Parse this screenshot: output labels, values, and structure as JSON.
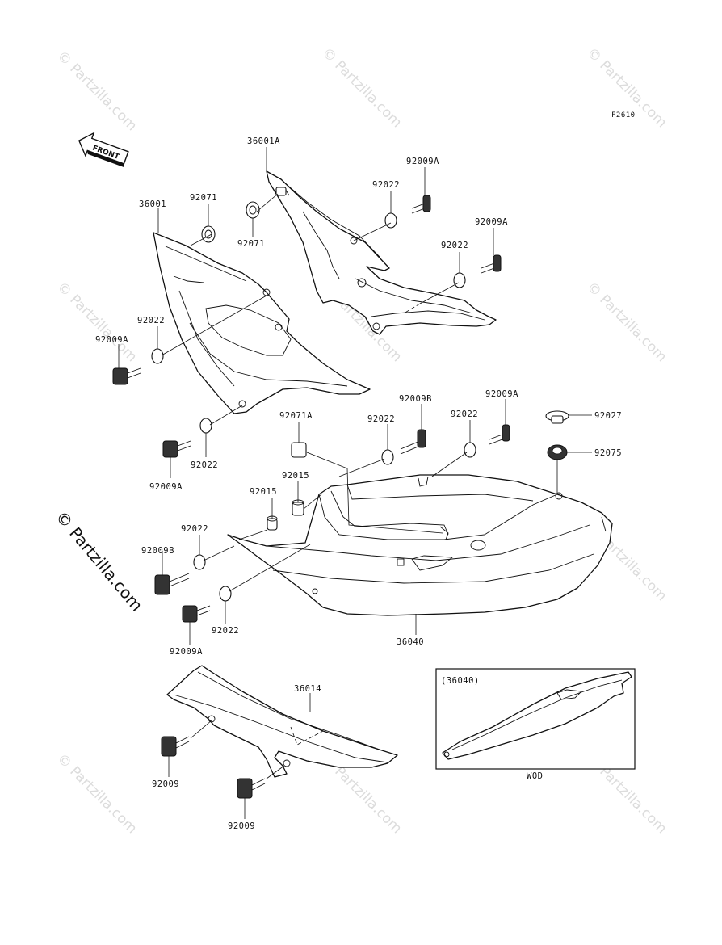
{
  "figure_code": "F2610",
  "front_arrow": {
    "label": "FRONT",
    "icon": "front-direction-arrow-icon"
  },
  "watermark": {
    "text": "© Partzilla.com"
  },
  "inset": {
    "ref": "(36040)",
    "caption": "WOD"
  },
  "parts": {
    "p36001A": "36001A",
    "p36001": "36001",
    "p92071_a": "92071",
    "p92071_b": "92071",
    "p92022_a": "92022",
    "p92009A_a": "92009A",
    "p92009A_b": "92009A",
    "p92022_b": "92022",
    "p92022_c": "92022",
    "p92009A_c": "92009A",
    "p92022_d": "92022",
    "p92009A_d": "92009A",
    "p92071A": "92071A",
    "p92022_e": "92022",
    "p92009B_a": "92009B",
    "p92022_f": "92022",
    "p92009A_e": "92009A",
    "p92027": "92027",
    "p92075": "92075",
    "p92015_a": "92015",
    "p92015_b": "92015",
    "p92022_g": "92022",
    "p92009B_b": "92009B",
    "p92022_h": "92022",
    "p92009A_f": "92009A",
    "p36040": "36040",
    "p36014": "36014",
    "p92009_a": "92009",
    "p92009_b": "92009"
  }
}
